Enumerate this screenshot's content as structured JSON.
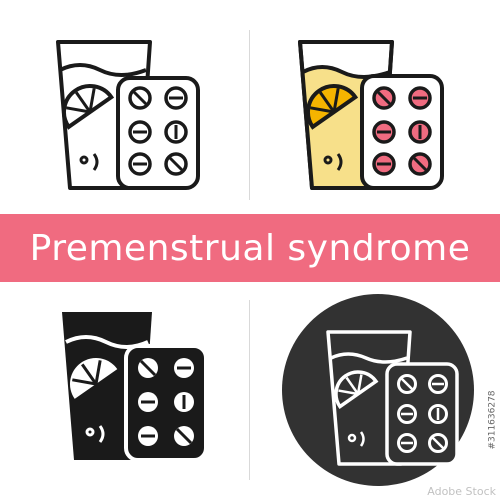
{
  "banner": {
    "text": "Premenstrual syndrome",
    "color": "#f06b80",
    "text_color": "#ffffff"
  },
  "icons": [
    {
      "style": "linear",
      "glass_fill": "#ffffff",
      "pack_fill": "#ffffff",
      "pill_fill": "#ffffff",
      "stroke": "#1a1a1a"
    },
    {
      "style": "color",
      "glass_fill": "#f7e08a",
      "pack_fill": "#ffffff",
      "pill_fill": "#f06b80",
      "stroke": "#1a1a1a"
    },
    {
      "style": "glyph",
      "glass_fill": "#1a1a1a",
      "pack_fill": "#1a1a1a",
      "pill_fill": "#ffffff",
      "stroke": "#ffffff"
    },
    {
      "style": "circle",
      "circle_fill": "#323232",
      "stroke": "#ffffff"
    }
  ],
  "stock_id": "#311636278",
  "watermark": "Adobe Stock"
}
